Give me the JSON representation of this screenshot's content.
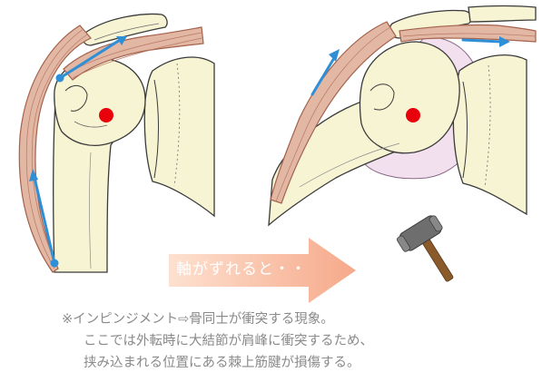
{
  "figure": {
    "arrow_label": "軸がずれると・・",
    "caption_lines": [
      "※インピンジメント⇨骨同士が衝突する現象。",
      "ここでは外転時に大結節が肩峰に衝突するため、",
      "挟み込まれる位置にある棘上筋腱が損傷する。"
    ],
    "icons": {
      "hammer": "hammer-icon",
      "arrow": "right-arrow-icon",
      "pivot": "red-dot-icon"
    },
    "colors": {
      "bone_fill": "#f7f4d4",
      "outline": "#3a3a3a",
      "muscle": "#e2b7a4",
      "muscle_stroke": "#a4624c",
      "pivot_dot": "#e8000b",
      "tendon_marker": "#2f8fd6",
      "bursa": "#f2e0ee",
      "arrow_fill": "#f6b08c",
      "caption_text": "#8a8a8a"
    }
  }
}
